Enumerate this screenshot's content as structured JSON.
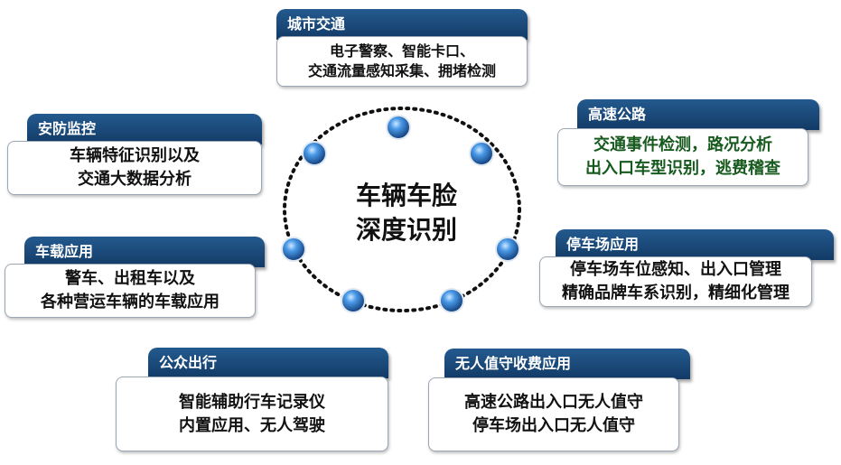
{
  "center": {
    "line1": "车辆车脸",
    "line2": "深度识别"
  },
  "cards": {
    "city": {
      "title": "城市交通",
      "lines": [
        "电子警察、智能卡口、",
        "交通流量感知采集、拥堵检测"
      ]
    },
    "highway": {
      "title": "高速公路",
      "lines": [
        "交通事件检测，路况分析",
        "出入口车型识别，逃费稽查"
      ]
    },
    "security": {
      "title": "安防监控",
      "lines": [
        "车辆特征识别以及",
        "交通大数据分析"
      ]
    },
    "vehicle": {
      "title": "车载应用",
      "lines": [
        "警车、出租车以及",
        "各种营运车辆的车载应用"
      ]
    },
    "parking": {
      "title": "停车场应用",
      "lines": [
        "停车场车位感知、出入口管理",
        "精确品牌车系识别，精细化管理"
      ]
    },
    "public": {
      "title": "公众出行",
      "lines": [
        "智能辅助行车记录仪",
        "内置应用、无人驾驶"
      ]
    },
    "toll": {
      "title": "无人值守收费应用",
      "lines": [
        "高速公路出入口无人值守",
        "停车场出入口无人值守"
      ]
    }
  },
  "colors": {
    "tab": "#1a4a7a",
    "green_text": "#175a1e",
    "node": "#2a78c8"
  },
  "icons": {
    "node": "blue-orb-icon"
  }
}
